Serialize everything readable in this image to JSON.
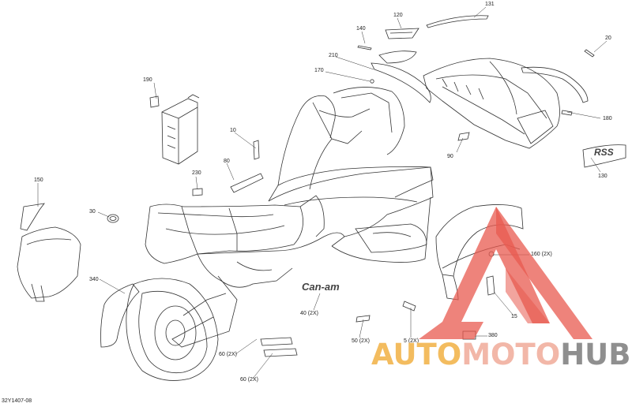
{
  "callouts": {
    "c10": "10",
    "c20": "20",
    "c30": "30",
    "c40": "40 (2X)",
    "c50": "50 (2X)",
    "c5": "5 (2X)",
    "c15": "15",
    "c60a": "60 (2X)",
    "c60b": "60 (2X)",
    "c80": "80",
    "c90": "90",
    "c120": "120",
    "c130": "130",
    "c131": "131",
    "c140": "140",
    "c150": "150",
    "c160": "160 (2X)",
    "c170": "170",
    "c180": "180",
    "c190": "190",
    "c210": "210",
    "c230": "230",
    "c340": "340",
    "c380": "380"
  },
  "decals": {
    "can_am_logo": "Can-am",
    "rs_badge": "RSS"
  },
  "document_code": "32Y1407-08",
  "watermark": {
    "part1": "AUTO",
    "part2": "MOTO",
    "part3": "HUB",
    "color_auto": "#f3bc5f",
    "color_moto": "#f2b7a8",
    "color_hub": "#8f8f8f",
    "color_triangle": "#e85a4f"
  }
}
